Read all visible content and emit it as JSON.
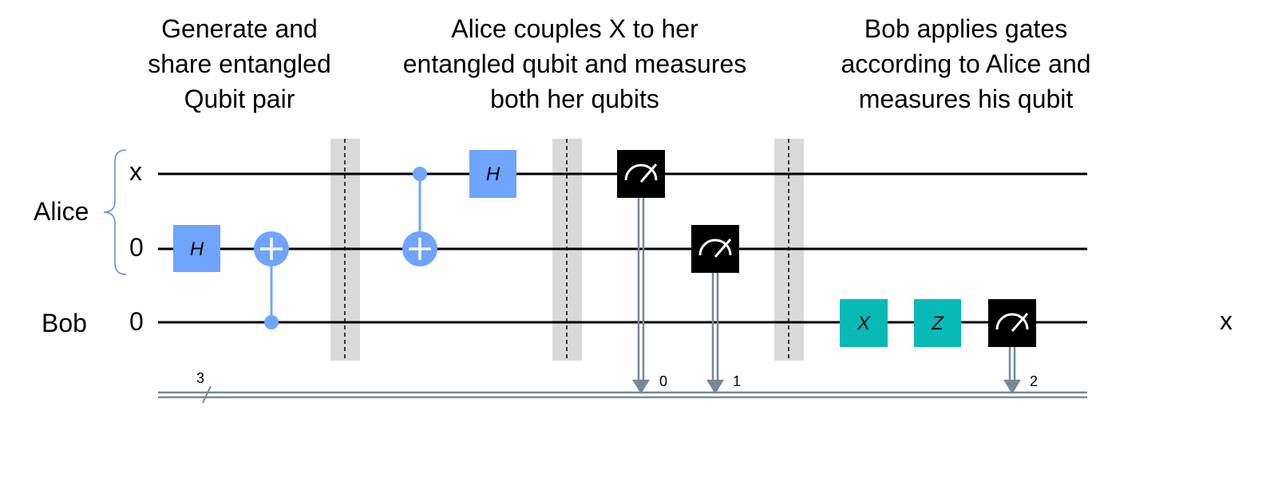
{
  "captions": [
    [
      "Generate and",
      "share entangled",
      "Qubit pair"
    ],
    [
      "Alice couples X to her",
      "entangled qubit and measures",
      "both her qubits"
    ],
    [
      "Bob applies gates",
      "according to Alice and",
      "measures his qubit"
    ]
  ],
  "parties": {
    "alice": "Alice",
    "bob": "Bob"
  },
  "wires": {
    "q0": "x",
    "q1": "0",
    "q2": "0"
  },
  "classical": {
    "width": "3",
    "bits": [
      "0",
      "1",
      "2"
    ]
  },
  "gates": {
    "h": "H",
    "x": "X",
    "z": "Z"
  },
  "stray_label": "x",
  "colors": {
    "quantum_gate": "#6fa4ff",
    "pauli_gate": "#08bab5",
    "measure": "#000000",
    "barrier": "#d9d9d9",
    "classical_wire": "#778899",
    "brace": "#5b8fd6"
  }
}
